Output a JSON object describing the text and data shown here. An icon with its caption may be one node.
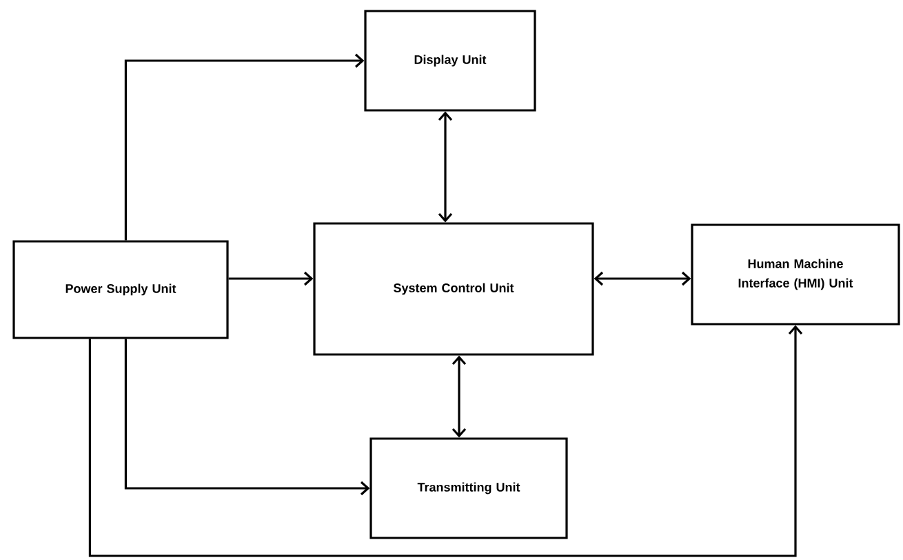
{
  "diagram": {
    "nodes": [
      {
        "text": [
          "Display Unit"
        ]
      },
      {
        "text": [
          "Power Supply Unit"
        ]
      },
      {
        "text": [
          "System Control Unit"
        ]
      },
      {
        "text": [
          "Human Machine Interface (HMI) Unit"
        ]
      },
      {
        "text": [
          "Transmitting Unit"
        ]
      }
    ],
    "edges": [
      {
        "from": 1,
        "to": 0,
        "arrow": "to"
      },
      {
        "from": 2,
        "to": 0,
        "arrow": "both"
      },
      {
        "from": 1,
        "to": 2,
        "arrow": "to"
      },
      {
        "from": 2,
        "to": 3,
        "arrow": "both"
      },
      {
        "from": 2,
        "to": 4,
        "arrow": "both"
      },
      {
        "from": 1,
        "to": 4,
        "arrow": "to"
      },
      {
        "from": 1,
        "to": 3,
        "arrow": "to"
      }
    ]
  }
}
